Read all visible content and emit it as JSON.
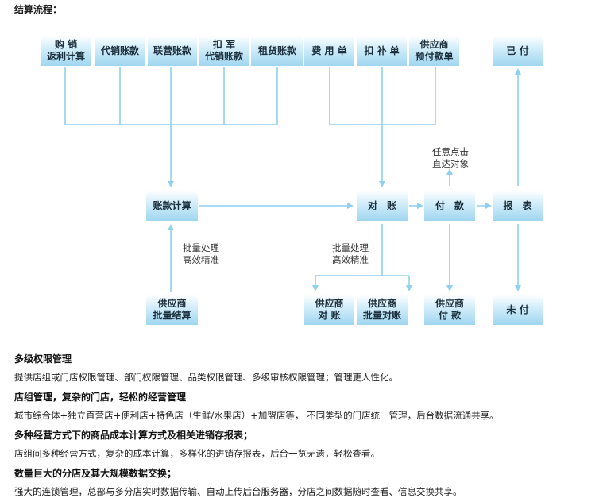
{
  "heading": "结算流程：",
  "boxes": {
    "purchase_rebate": "购 销\n返利计算",
    "consignment": "代销账款",
    "joint_venture": "联营账款",
    "deduction_consignment": "扣 军\n代销账款",
    "lease": "租货账款",
    "expense_slip": "费 用 单",
    "supplement_slip": "扣 补 单",
    "supplier_prepay": "供应商\n预付款单",
    "paid": "已 付",
    "account_calc": "账款计算",
    "reconcile": "对　账",
    "payment": "付　款",
    "report": "报　表",
    "supplier_batch_settle": "供应商\n批量结算",
    "supplier_reconcile": "供应商\n对 账",
    "supplier_batch_reconcile": "供应商\n批量对账",
    "supplier_payment": "供应商\n付 款",
    "unpaid": "未 付"
  },
  "notes": {
    "any_point": "任意点击\n直达对象",
    "batch_left": "批量处理\n高效精准",
    "batch_right": "批量处理\n高效精准"
  },
  "sections": [
    {
      "title": "多级权限管理",
      "body": "提供店组或门店权限管理、部门权限管理、品类权限管理、多级审核权限管理；管理更人性化。"
    },
    {
      "title": "店组管理，复杂的门店，轻松的经营管理",
      "body": "城市综合体+独立直营店+便利店+特色店（生鲜/水果店）+加盟店等，  不同类型的门店统一管理，后台数据流通共享。"
    },
    {
      "title": "多种经营方式下的商品成本计算方式及相关进销存报表；",
      "body": "店组间多种经营方式，复杂的成本计算，多样化的进销存报表，后台一览无遗，轻松查看。"
    },
    {
      "title": "数量巨大的分店及其大规模数据交换；",
      "body": "强大的连锁管理，总部与多分店实时数据传输、自动上传后台服务器，分店之间数据随时查看、信息交换共享。"
    }
  ],
  "colors": {
    "line": "#8fd0ef",
    "box_bottom": "#9fd6f0",
    "box_top": "#ffffff"
  }
}
